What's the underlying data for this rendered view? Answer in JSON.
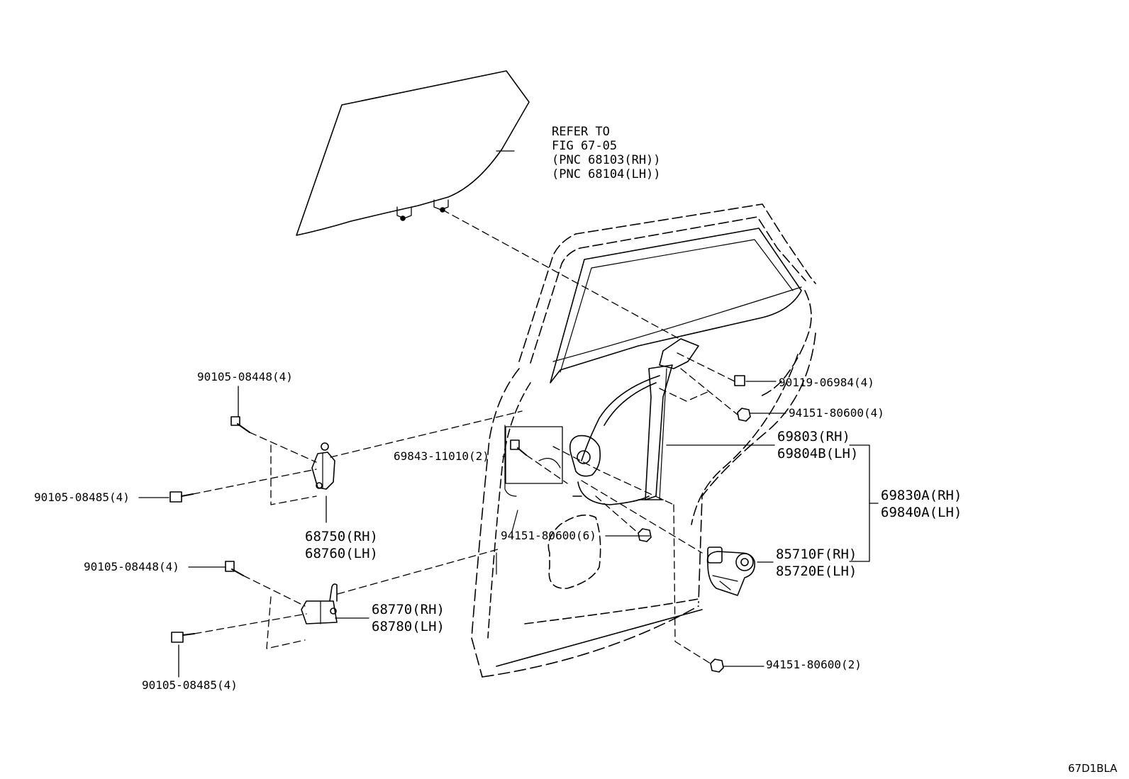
{
  "diagram": {
    "code": "67D1BLA",
    "refer_note": {
      "line1": "REFER TO",
      "line2": "FIG 67-05",
      "line3": "(PNC 68103(RH))",
      "line4": "(PNC 68104(LH))"
    },
    "parts": {
      "bolt_upper_hinge_top": "90105-08448(4)",
      "bolt_upper_hinge_left": "90105-08485(4)",
      "upper_hinge_rh": "68750(RH)",
      "upper_hinge_lh": "68760(LH)",
      "bolt_lower_hinge_top": "90105-08448(4)",
      "bolt_lower_hinge_bottom": "90105-08485(4)",
      "lower_hinge_rh": "68770(RH)",
      "lower_hinge_lh": "68780(LH)",
      "regulator_screw": "69843-11010(2)",
      "nut_center": "94151-80600(6)",
      "bolt_regulator_top": "90119-06984(4)",
      "nut_regulator_top": "94151-80600(4)",
      "regulator_rh": "69803(RH)",
      "regulator_lh": "69804B(LH)",
      "assembly_rh": "69830A(RH)",
      "assembly_lh": "69840A(LH)",
      "motor_rh": "85710F(RH)",
      "motor_lh": "85720E(LH)",
      "nut_bottom": "94151-80600(2)"
    }
  }
}
